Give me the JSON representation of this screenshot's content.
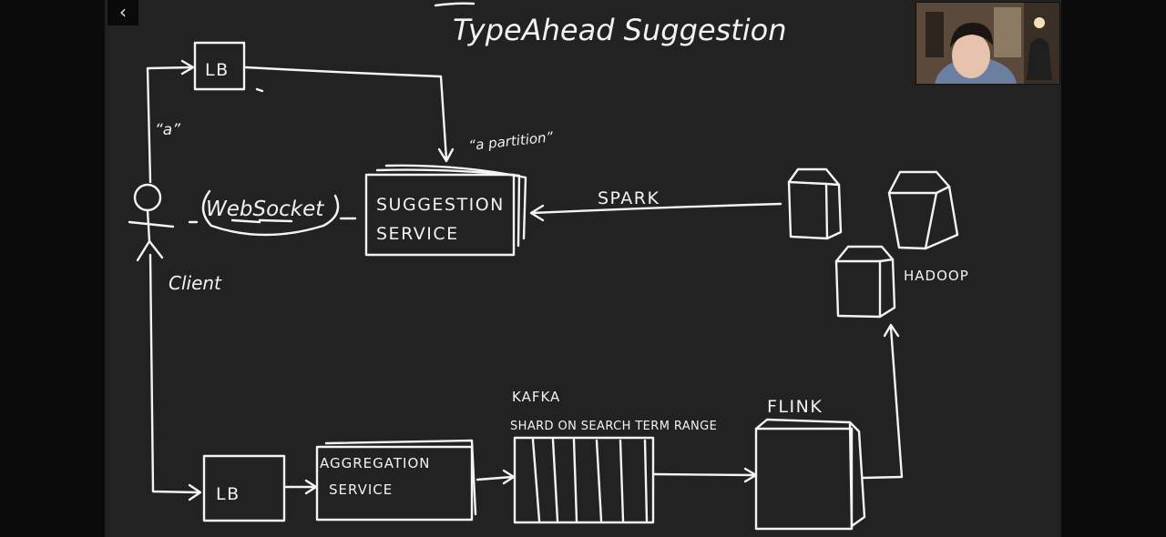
{
  "toolbar": {
    "back_icon": "chevron-left-icon",
    "back_glyph": "‹"
  },
  "title": "TypeAhead Suggestion",
  "client": {
    "label": "Client",
    "typed_text": "“a”"
  },
  "websocket": {
    "label": "WebSocket"
  },
  "top_lb": {
    "label": "LB"
  },
  "suggestion_service": {
    "line1": "SUGGESTION",
    "line2": "SERVICE",
    "annotation": "“a partition”"
  },
  "spark": {
    "label": "SPARK"
  },
  "hadoop": {
    "label": "HADOOP"
  },
  "bottom_lb": {
    "label": "LB"
  },
  "aggregation_service": {
    "line1": "AGGREGATION",
    "line2": "SERVICE"
  },
  "kafka": {
    "label": "KAFKA",
    "note": "SHARD ON SEARCH TERM RANGE"
  },
  "flink": {
    "label": "FLINK"
  },
  "colors": {
    "board": "#222222",
    "ink": "#f4f4f4",
    "frame": "#0b0b0b"
  }
}
